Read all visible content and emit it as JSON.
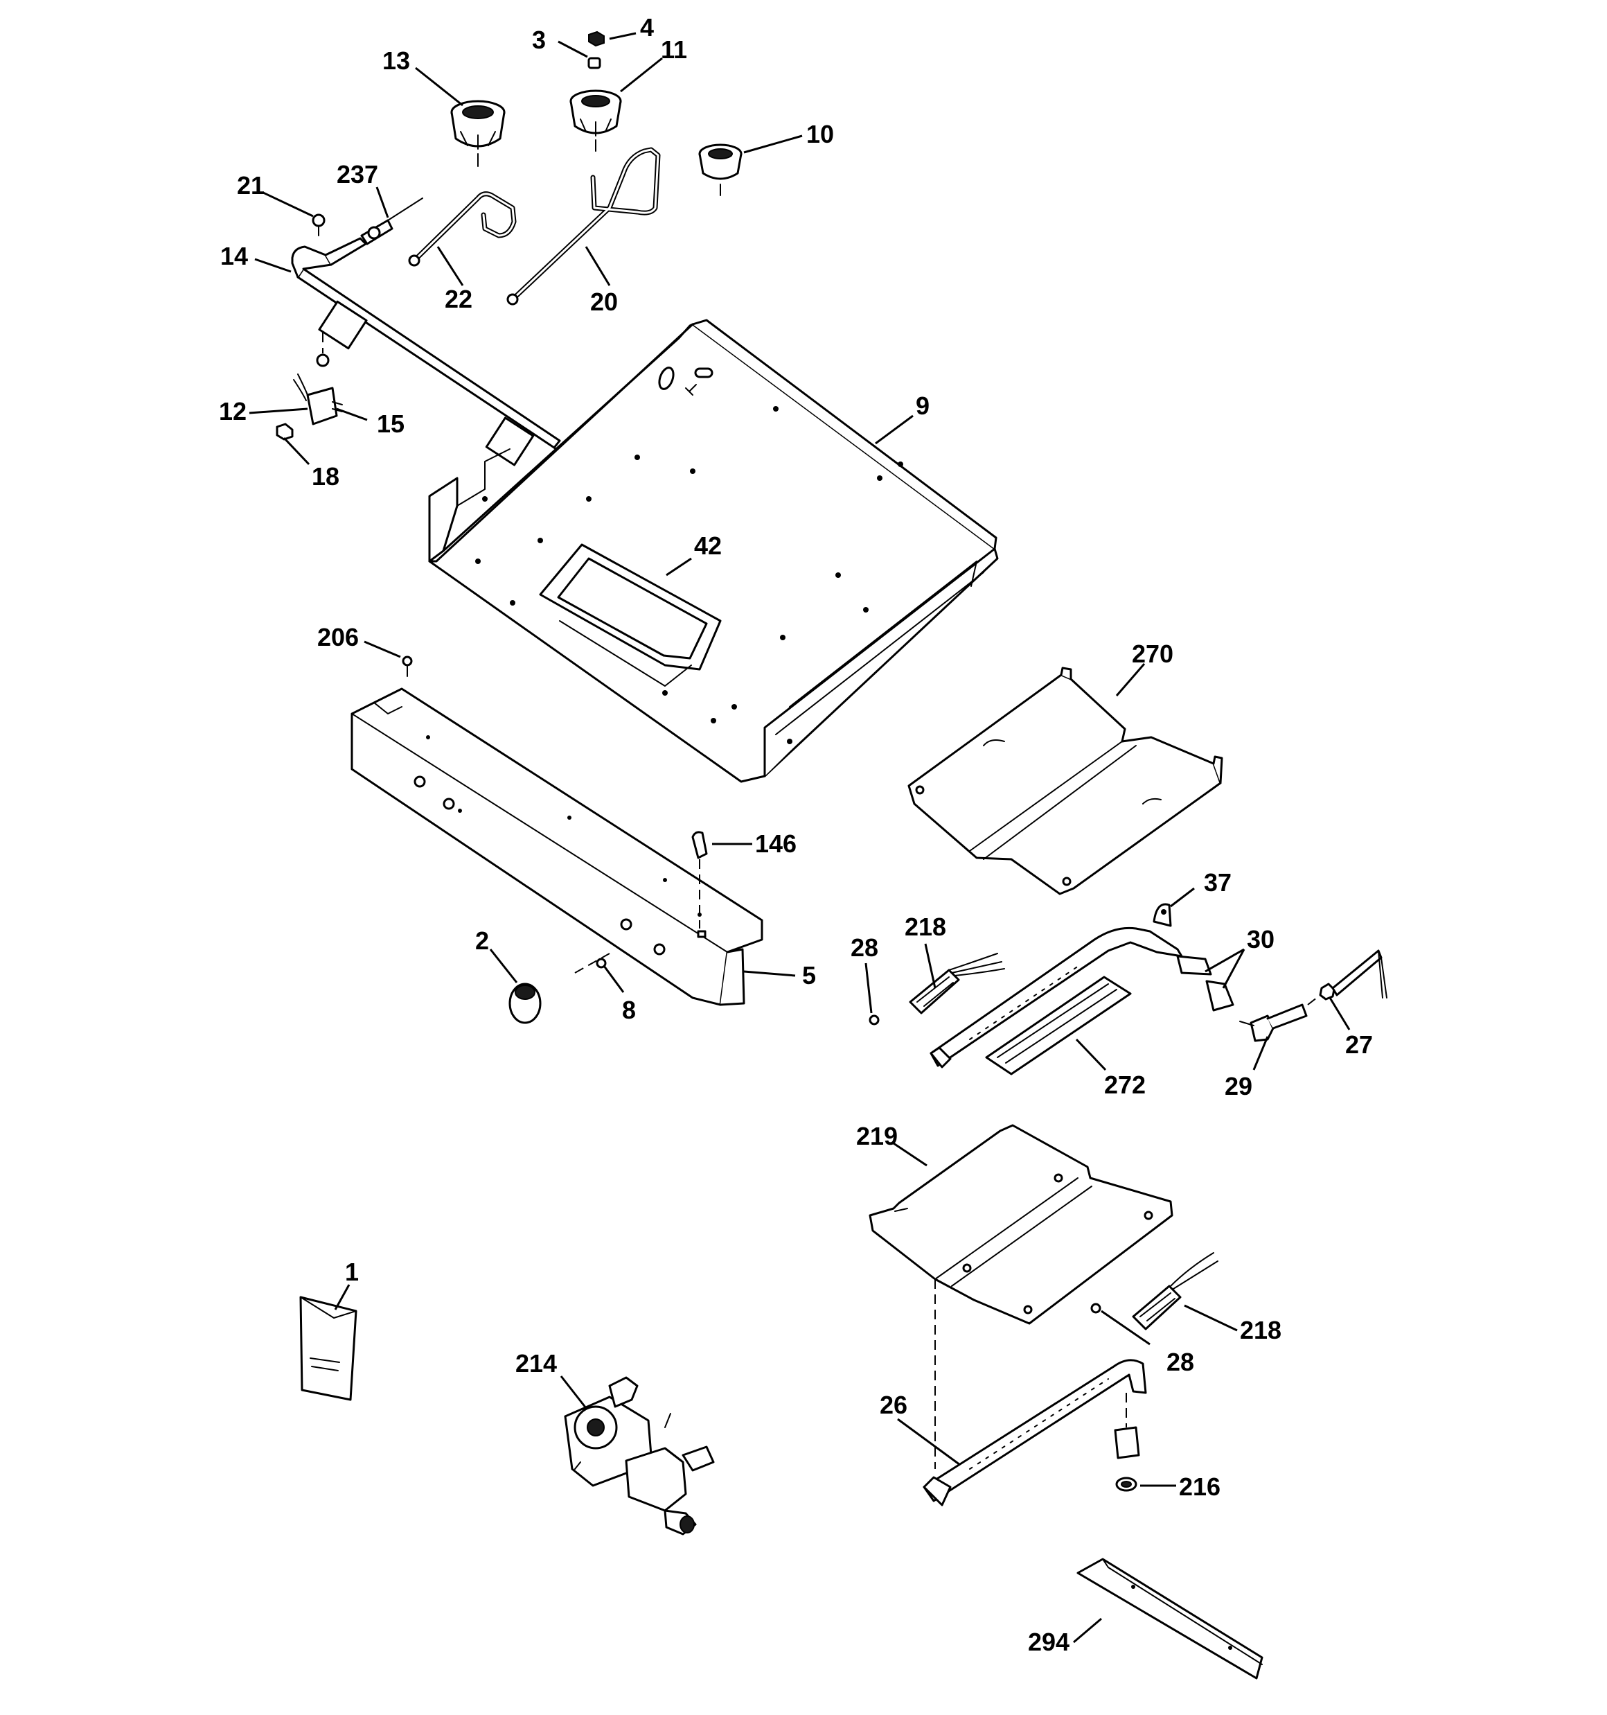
{
  "callouts": {
    "c3": "3",
    "c4": "4",
    "c11": "11",
    "c13": "13",
    "c10": "10",
    "c21": "21",
    "c237": "237",
    "c14": "14",
    "c22": "22",
    "c20": "20",
    "c9": "9",
    "c12": "12",
    "c15": "15",
    "c18": "18",
    "c42": "42",
    "c206": "206",
    "c270": "270",
    "c146": "146",
    "c37": "37",
    "c2": "2",
    "c5": "5",
    "c8": "8",
    "c28a": "28",
    "c218a": "218",
    "c30": "30",
    "c27": "27",
    "c272": "272",
    "c29": "29",
    "c219": "219",
    "c1": "1",
    "c214": "214",
    "c218b": "218",
    "c28b": "28",
    "c26": "26",
    "c216": "216",
    "c294": "294"
  }
}
